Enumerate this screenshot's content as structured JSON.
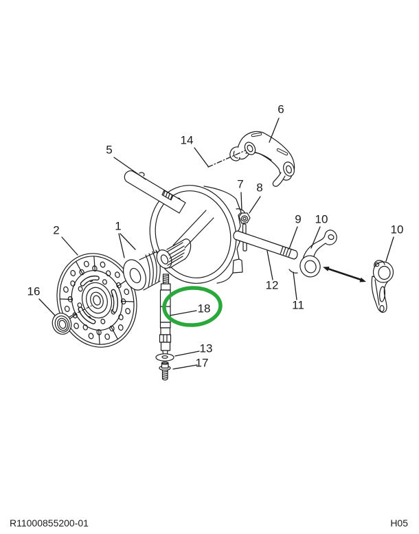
{
  "footer": {
    "left": "R11000855200-01",
    "right": "H05"
  },
  "diagram": {
    "type": "exploded-parts-diagram",
    "highlight": {
      "color": "#2aa83c",
      "highlighted_callout": "18"
    },
    "callouts": [
      {
        "label": "5"
      },
      {
        "label": "6"
      },
      {
        "label": "14"
      },
      {
        "label": "7"
      },
      {
        "label": "8"
      },
      {
        "label": "1"
      },
      {
        "label": "2"
      },
      {
        "label": "9"
      },
      {
        "label": "10"
      },
      {
        "label": "10"
      },
      {
        "label": "12"
      },
      {
        "label": "11"
      },
      {
        "label": "16"
      },
      {
        "label": "18"
      },
      {
        "label": "13"
      },
      {
        "label": "17"
      }
    ]
  }
}
